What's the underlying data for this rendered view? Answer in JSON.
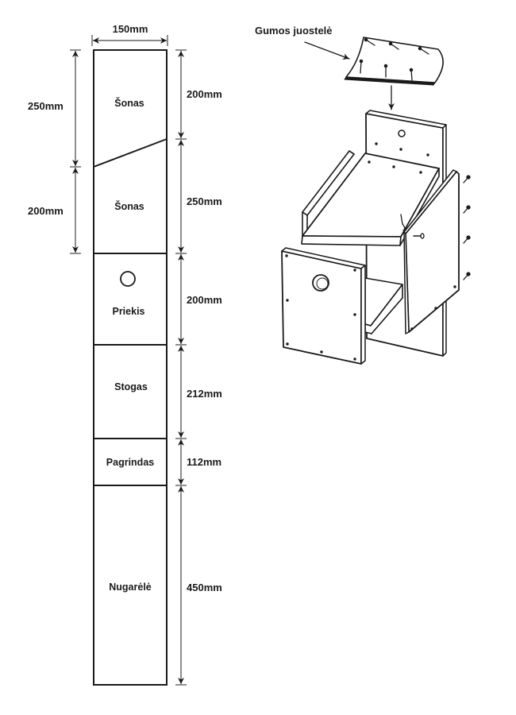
{
  "cut_plan": {
    "width_label": "150mm",
    "left_dimensions": [
      "250mm",
      "200mm"
    ],
    "pieces": [
      {
        "name": "Šonas",
        "right_dimension": "200mm"
      },
      {
        "name": "Šonas",
        "right_dimension": "250mm"
      },
      {
        "name": "Priekis",
        "right_dimension": "200mm",
        "has_entrance_hole": true
      },
      {
        "name": "Stogas",
        "right_dimension": "212mm"
      },
      {
        "name": "Pagrindas",
        "right_dimension": "112mm"
      },
      {
        "name": "Nugarėlė",
        "right_dimension": "450mm"
      }
    ]
  },
  "assembly": {
    "rubber_strip_label": "Gumos juostelė"
  },
  "colors": {
    "line": "#1a1a1a",
    "dim_line": "#444444",
    "background": "#ffffff"
  }
}
